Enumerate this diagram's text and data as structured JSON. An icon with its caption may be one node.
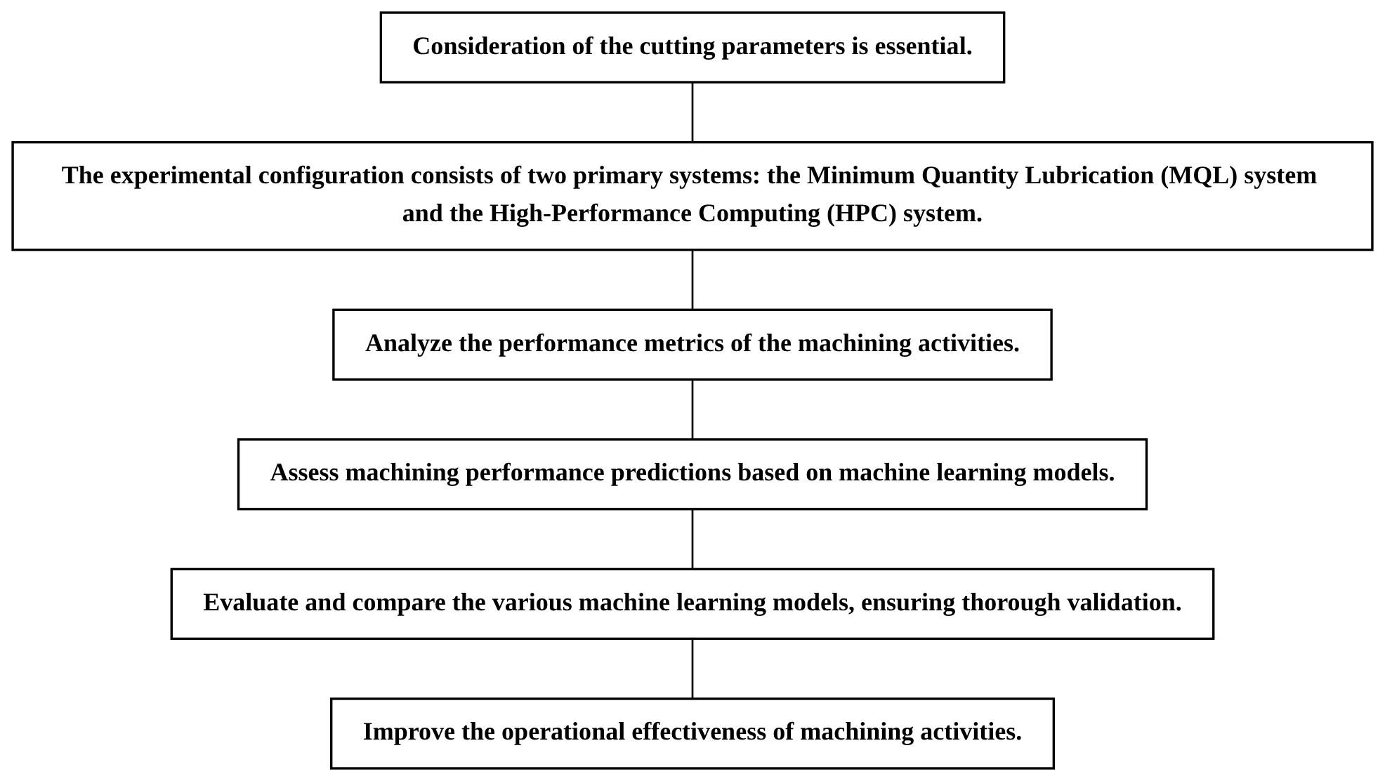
{
  "diagram": {
    "nodes": [
      {
        "text": [
          "Consideration of the cutting parameters is essential."
        ]
      },
      {
        "text": [
          "The experimental configuration consists of two primary systems: the Minimum Quantity Lubrication (MQL) system and the High-Performance Computing (HPC) system."
        ]
      },
      {
        "text": [
          "Analyze the performance metrics of the machining activities."
        ]
      },
      {
        "text": [
          "Assess machining performance predictions based on machine learning models."
        ]
      },
      {
        "text": [
          "Evaluate and compare the various machine learning models, ensuring thorough validation."
        ]
      },
      {
        "text": [
          "Improve the operational effectiveness of machining activities."
        ]
      }
    ],
    "edges": [
      {
        "from": 0,
        "to": 1,
        "arrow": "none"
      },
      {
        "from": 1,
        "to": 2,
        "arrow": "none"
      },
      {
        "from": 2,
        "to": 3,
        "arrow": "none"
      },
      {
        "from": 3,
        "to": 4,
        "arrow": "none"
      },
      {
        "from": 4,
        "to": 5,
        "arrow": "none"
      }
    ]
  }
}
